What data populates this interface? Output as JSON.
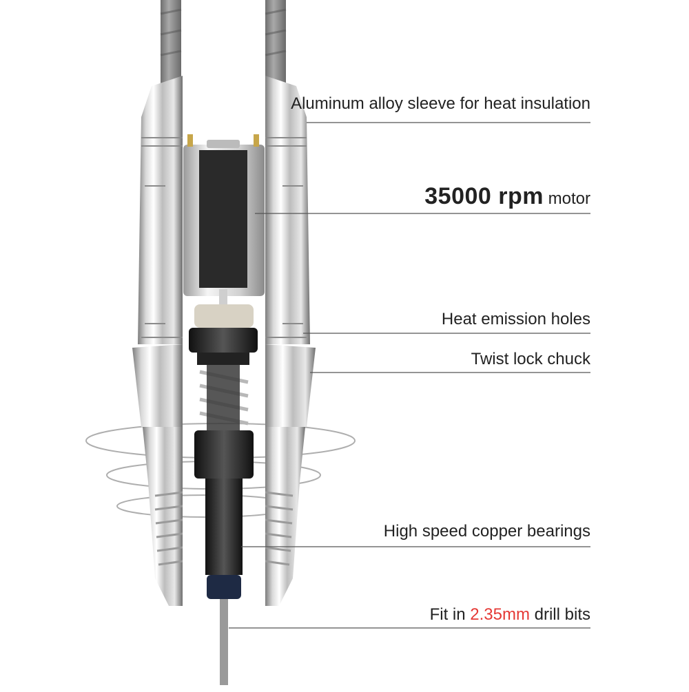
{
  "callouts": {
    "sleeve": {
      "text": "Aluminum alloy sleeve for heat insulation"
    },
    "motor": {
      "emphasis": "35000 rpm",
      "text": " motor"
    },
    "holes": {
      "text": "Heat emission holes"
    },
    "chuck": {
      "text": "Twist lock chuck"
    },
    "bearings": {
      "text": "High speed copper bearings"
    },
    "bits": {
      "prefix": "Fit in ",
      "highlight": "2.35mm",
      "suffix": " drill bits"
    }
  },
  "colors": {
    "text": "#222222",
    "highlight": "#e53935",
    "leader_line": "#555555",
    "metal_light": "#f2f2f2",
    "metal_dark": "#8a8a8a",
    "cable": "#8c8c8c",
    "motor_dark": "#2a2a2a"
  }
}
